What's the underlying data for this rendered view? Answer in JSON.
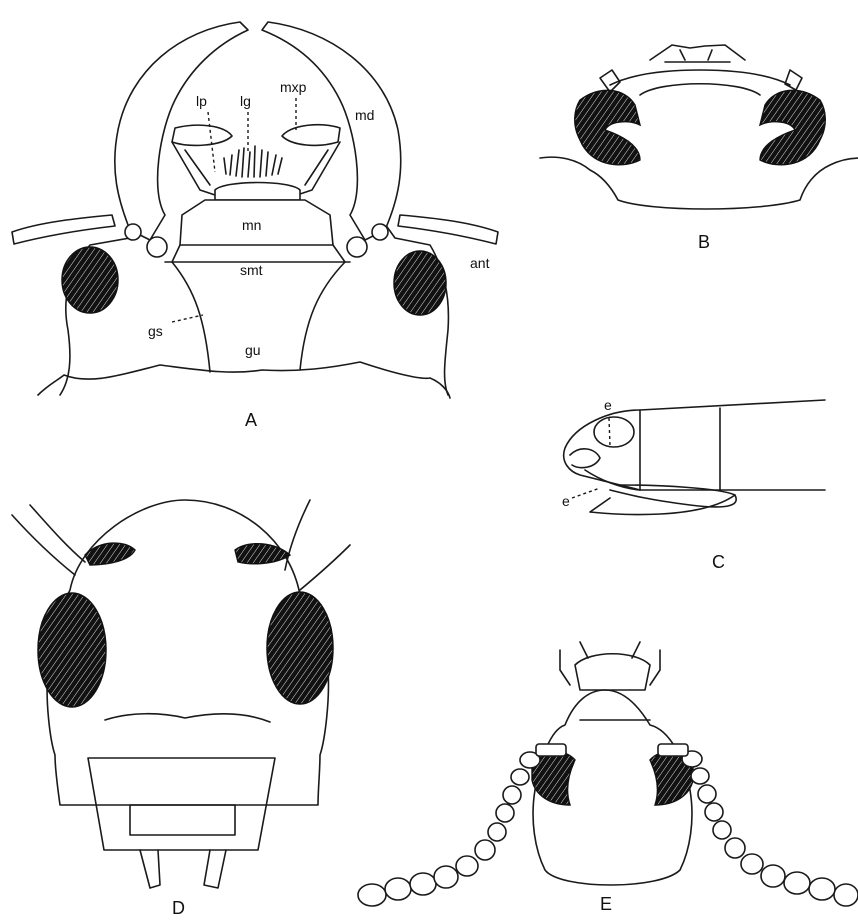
{
  "panels": {
    "A": {
      "letter": "A",
      "labels": {
        "lp": "lp",
        "lg": "lg",
        "mxp": "mxp",
        "md": "md",
        "mn": "mn",
        "smt": "smt",
        "gs": "gs",
        "gu": "gu",
        "ant": "ant"
      }
    },
    "B": {
      "letter": "B"
    },
    "C": {
      "letter": "C",
      "labels": {
        "e_top": "e",
        "e_bottom": "e"
      }
    },
    "D": {
      "letter": "D"
    },
    "E": {
      "letter": "E"
    }
  },
  "colors": {
    "ink": "#1a1a1a",
    "eye": "#111111",
    "paper": "#ffffff"
  }
}
